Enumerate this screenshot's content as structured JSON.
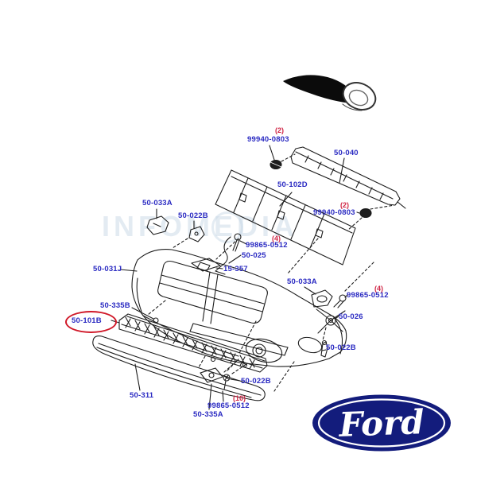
{
  "diagram": {
    "watermark": "INFOMEDIA",
    "highlighted_part": "50-101B",
    "labels": [
      {
        "text": "99940-0803"
      },
      {
        "text": "50-040"
      },
      {
        "text": "50-102D"
      },
      {
        "text": "99940-0803"
      },
      {
        "text": "50-033A"
      },
      {
        "text": "50-022B"
      },
      {
        "text": "99865-0512"
      },
      {
        "text": "50-025"
      },
      {
        "text": "50-031J"
      },
      {
        "text": "15-357"
      },
      {
        "text": "50-033A"
      },
      {
        "text": "99865-0512"
      },
      {
        "text": "50-335B"
      },
      {
        "text": "50-101B"
      },
      {
        "text": "50-026"
      },
      {
        "text": "50-022B"
      },
      {
        "text": "50-311"
      },
      {
        "text": "50-022B"
      },
      {
        "text": "99865-0512"
      },
      {
        "text": "50-335A"
      }
    ],
    "qty_markers": [
      {
        "text": "(2)"
      },
      {
        "text": "(2)"
      },
      {
        "text": "(4)"
      },
      {
        "text": "(4)"
      },
      {
        "text": "(10)"
      }
    ]
  },
  "brand": {
    "name": "Ford"
  },
  "colors": {
    "label": "#2a2ac2",
    "quantity": "#d02545",
    "highlight": "#d01828",
    "watermark": "#c3d4e4",
    "line_art": "#1d1d1d",
    "ford_oval": "#131c7c"
  }
}
